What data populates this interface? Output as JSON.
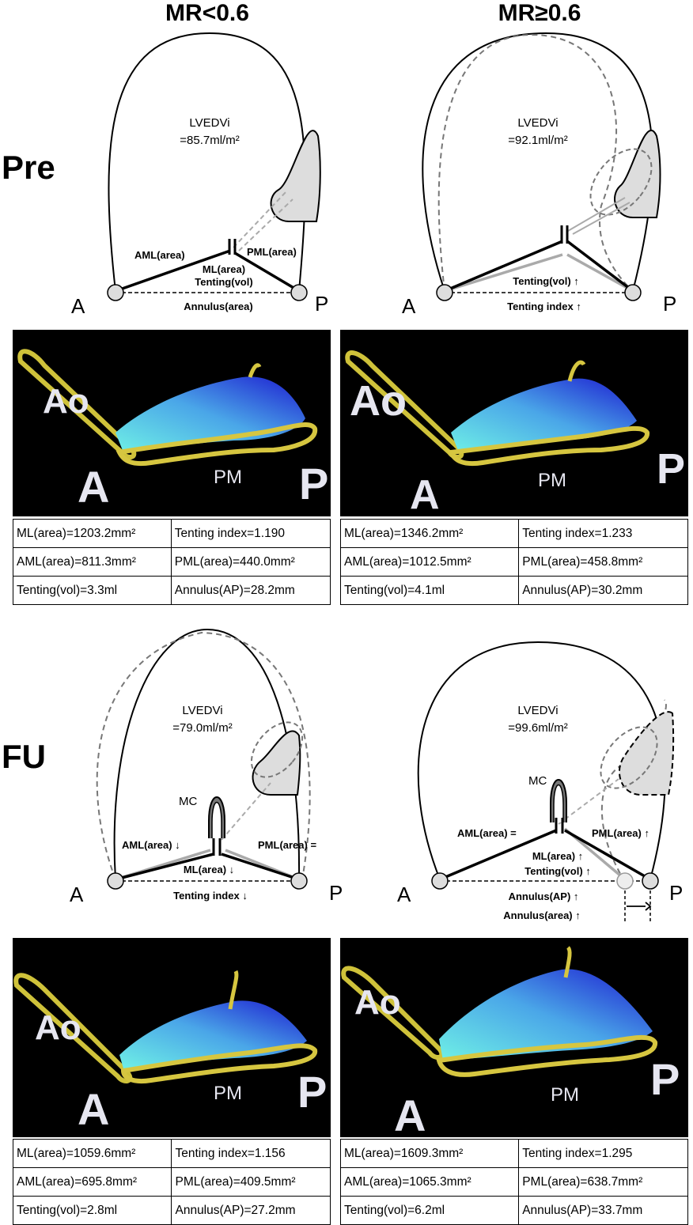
{
  "columns": {
    "left": "MR<0.6",
    "right": "MR≥0.6"
  },
  "rows": {
    "pre": "Pre",
    "fu": "FU"
  },
  "points": {
    "anterior": "A",
    "posterior": "P"
  },
  "pre_left": {
    "lvedvi_label": "LVEDVi",
    "lvedvi_value": "=85.7ml/m²",
    "labels": {
      "aml": "AML(area)",
      "pml": "PML(area)",
      "ml": "ML(area)",
      "tenting": "Tenting(vol)",
      "annulus": "Annulus(area)"
    }
  },
  "pre_right": {
    "lvedvi_label": "LVEDVi",
    "lvedvi_value": "=92.1ml/m²",
    "labels": {
      "tenting": "Tenting(vol) ↑",
      "tenting_index": "Tenting index ↑"
    }
  },
  "fu_left": {
    "lvedvi_label": "LVEDVi",
    "lvedvi_value": "=79.0ml/m²",
    "labels": {
      "mc": "MC",
      "aml": "AML(area) ↓",
      "pml": "PML(area) =",
      "ml": "ML(area) ↓",
      "tenting_index": "Tenting index ↓"
    }
  },
  "fu_right": {
    "lvedvi_label": "LVEDVi",
    "lvedvi_value": "=99.6ml/m²",
    "labels": {
      "mc": "MC",
      "aml": "AML(area) =",
      "pml": "PML(area) ↑",
      "ml": "ML(area) ↑",
      "tenting": "Tenting(vol) ↑",
      "annulus_ap": "Annulus(AP) ↑",
      "annulus_area": "Annulus(area) ↑"
    }
  },
  "render_labels": {
    "ao": "Ao",
    "a": "A",
    "pm": "PM",
    "p": "P"
  },
  "tables": {
    "pre_left": [
      [
        "ML(area)=1203.2mm²",
        "Tenting index=1.190"
      ],
      [
        "AML(area)=811.3mm²",
        "PML(area)=440.0mm²"
      ],
      [
        "Tenting(vol)=3.3ml",
        "Annulus(AP)=28.2mm"
      ]
    ],
    "pre_right": [
      [
        "ML(area)=1346.2mm²",
        "Tenting index=1.233"
      ],
      [
        "AML(area)=1012.5mm²",
        "PML(area)=458.8mm²"
      ],
      [
        "Tenting(vol)=4.1ml",
        "Annulus(AP)=30.2mm"
      ]
    ],
    "fu_left": [
      [
        "ML(area)=1059.6mm²",
        "Tenting index=1.156"
      ],
      [
        "AML(area)=695.8mm²",
        "PML(area)=409.5mm²"
      ],
      [
        "Tenting(vol)=2.8ml",
        "Annulus(AP)=27.2mm"
      ]
    ],
    "fu_right": [
      [
        "ML(area)=1609.3mm²",
        "Tenting index=1.295"
      ],
      [
        "AML(area)=1065.3mm²",
        "PML(area)=638.7mm²"
      ],
      [
        "Tenting(vol)=6.2ml",
        "Annulus(AP)=33.7mm"
      ]
    ]
  }
}
